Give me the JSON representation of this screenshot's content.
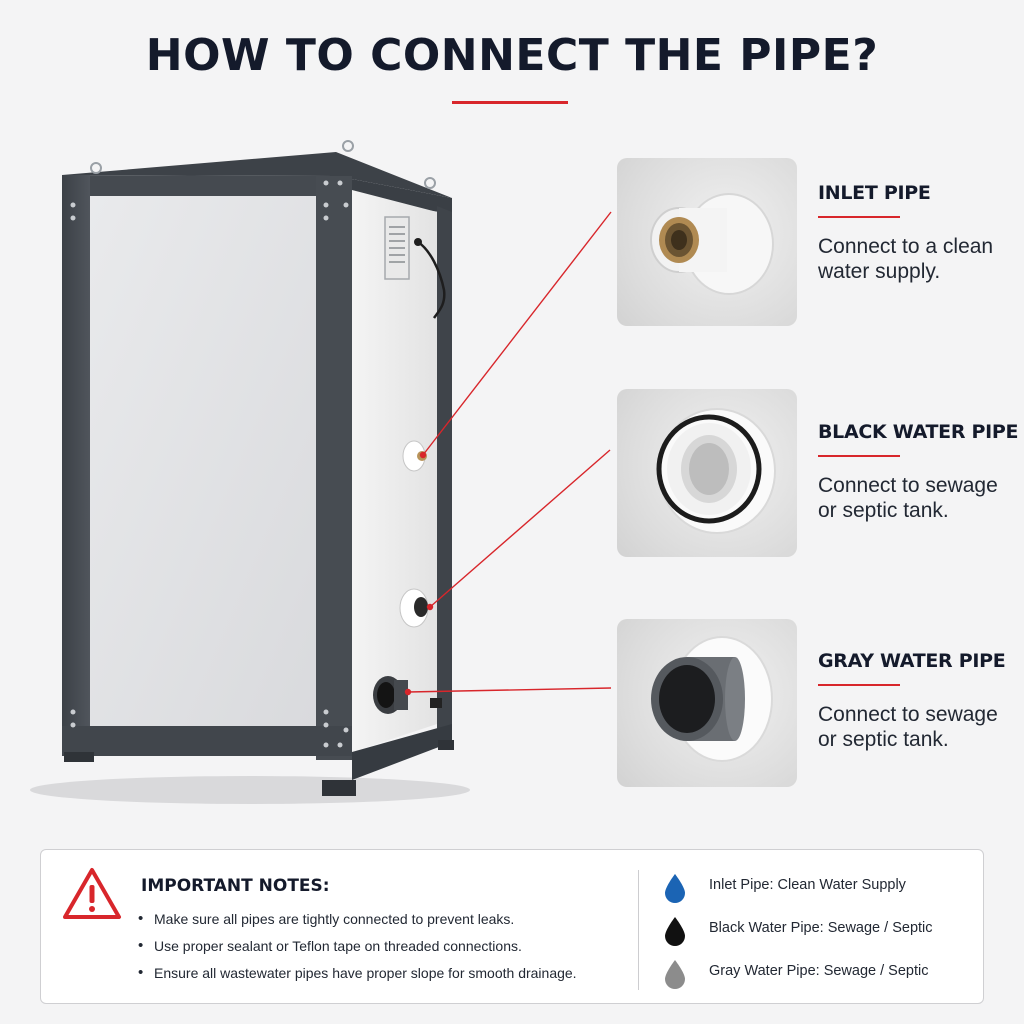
{
  "header": {
    "title": "HOW TO CONNECT THE PIPE?",
    "accent_color": "#d8262b"
  },
  "connections": [
    {
      "title": "INLET PIPE",
      "description": "Connect to a clean water supply.",
      "icon": "brass-threaded-inlet-fitting"
    },
    {
      "title": "BLACK WATER PIPE",
      "description": "Connect to sewage or septic tank.",
      "icon": "white-socket-with-black-seal"
    },
    {
      "title": "GRAY WATER PIPE",
      "description": "Connect to sewage or septic tank.",
      "icon": "gray-pvc-pipe-outlet"
    }
  ],
  "notes": {
    "title": "IMPORTANT NOTES:",
    "items": [
      "Make sure all pipes are tightly connected to prevent leaks.",
      "Use proper sealant or Teflon tape on threaded connections.",
      "Ensure all wastewater pipes have proper slope for smooth drainage."
    ],
    "warning_icon": "warning-triangle-icon"
  },
  "legend": [
    {
      "label": "Inlet Pipe: Clean Water Supply",
      "color": "#1b64b4"
    },
    {
      "label": "Black Water Pipe: Sewage / Septic",
      "color": "#111111"
    },
    {
      "label": "Gray Water Pipe: Sewage / Septic",
      "color": "#8c8c8c"
    }
  ]
}
